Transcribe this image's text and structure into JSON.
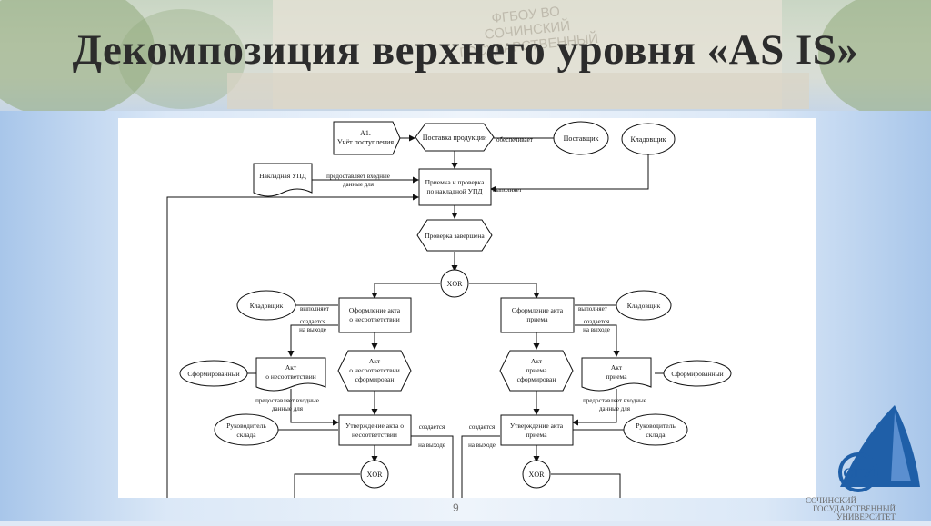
{
  "slide": {
    "title": "Декомпозиция верхнего уровня «AS IS»",
    "page_number": "9",
    "background_sign": [
      "ФГБОУ ВО",
      "СОЧИНСКИЙ",
      "ГОСУДАРСТВЕННЫЙ"
    ]
  },
  "diagram": {
    "nodes": {
      "a1": [
        "А1.",
        "Учёт поступления"
      ],
      "supply": "Поставка продукции",
      "supplier": "Поставщик",
      "keeper_top": "Кладовщик",
      "upd_doc": "Накладная УПД",
      "receive": [
        "Приемка и проверка",
        "по накладной УПД"
      ],
      "check_done": "Проверка завершена",
      "xor_top": "XOR",
      "keeper_left": "Кладовщик",
      "keeper_right": "Кладовщик",
      "act_mismatch_fn": [
        "Оформление акта",
        "о несоответствии"
      ],
      "act_accept_fn": [
        "Оформление акта",
        "приема"
      ],
      "act_mismatch_doc": [
        "Акт",
        "о несоответствии"
      ],
      "act_accept_doc": [
        "Акт",
        "приема"
      ],
      "act_mismatch_event": [
        "Акт",
        "о несоответствии",
        "сформирован"
      ],
      "act_accept_event": [
        "Акт",
        "приема",
        "сформирован"
      ],
      "formed_left": "Сформированный",
      "formed_right": "Сформированный",
      "head_left": [
        "Руководитель",
        "склада"
      ],
      "head_right": [
        "Руководитель",
        "склада"
      ],
      "approve_mismatch": [
        "Утверждение акта о",
        "несоответствии"
      ],
      "approve_accept": [
        "Утверждение акта",
        "приема"
      ],
      "xor_left": "XOR",
      "xor_right": "XOR"
    },
    "edge_labels": {
      "provides": "обеспечивает",
      "input_data": [
        "предоставляет входные",
        "данные для"
      ],
      "performs": "выполняет",
      "performs_left": "выполняет",
      "performs_right": "выполняет",
      "created_left": [
        "создается",
        "на выходе"
      ],
      "created_right": [
        "создается",
        "на выходе"
      ],
      "input_left": [
        "предоставляет входные",
        "данные для"
      ],
      "input_right": [
        "предоставляет входные",
        "данные для"
      ],
      "created_bottom_left": [
        "создается",
        "на выходе"
      ],
      "created_bottom_right": [
        "создается",
        "на выходе"
      ]
    }
  },
  "logo": {
    "mark": "СГУ",
    "caption": [
      "СОЧИНСКИЙ",
      "ГОСУДАРСТВЕННЫЙ",
      "УНИВЕРСИТЕТ"
    ]
  }
}
